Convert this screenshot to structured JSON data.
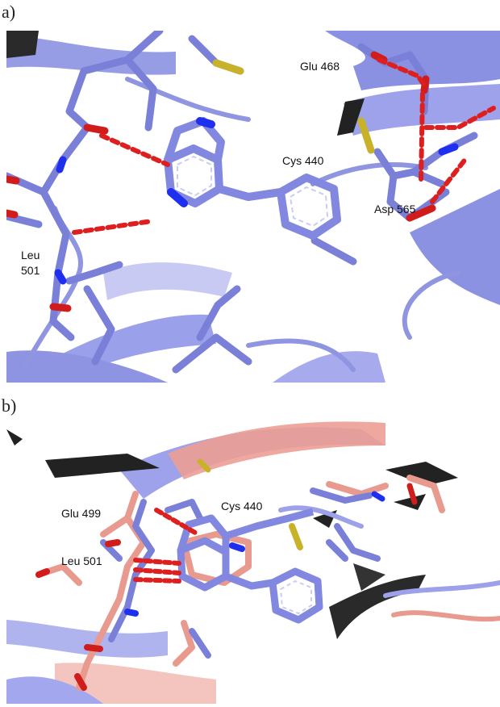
{
  "panel_a": {
    "letter": "a)",
    "labels": {
      "glu": "Glu 468",
      "cys": "Cys 440",
      "asp": "Asp 565",
      "leu_1": "Leu",
      "leu_2": "501"
    }
  },
  "panel_b": {
    "letter": "b)",
    "labels": {
      "glu": "Glu 499",
      "cys": "Cys 440",
      "leu": "Leu 501"
    }
  },
  "colors": {
    "protein_blue": "#7a80d8",
    "protein_salmon": "#e89a8f",
    "hbond_red": "#dd1f1f",
    "sulfur": "#c8b22a",
    "nitrogen": "#1f2ff0",
    "oxygen": "#d11c1c"
  }
}
